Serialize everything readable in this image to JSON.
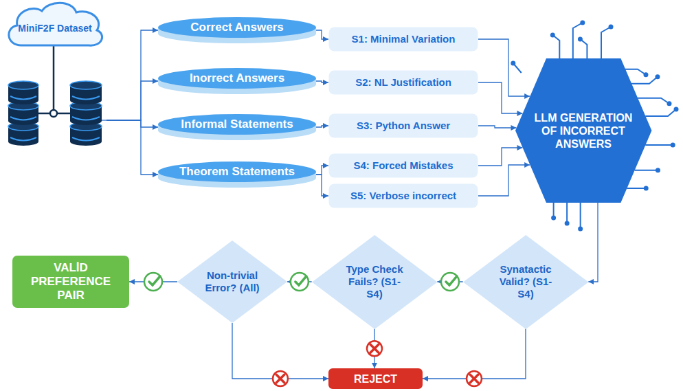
{
  "diagram": {
    "nodes": [
      {
        "text": [
          "MiniF2F Dataset"
        ]
      },
      {
        "text": [
          "Correct Answers"
        ]
      },
      {
        "text": [
          "Inorrect Answers"
        ]
      },
      {
        "text": [
          "Informal Statements"
        ]
      },
      {
        "text": [
          "Theorem Statements"
        ]
      },
      {
        "text": [
          "S1: Minimal Variation"
        ]
      },
      {
        "text": [
          "S2: NL Justification"
        ]
      },
      {
        "text": [
          "S3: Python Answer"
        ]
      },
      {
        "text": [
          "S4: Forced Mistakes"
        ]
      },
      {
        "text": [
          "S5: Verbose incorrect"
        ]
      },
      {
        "text": [
          "LLM GENERATION OF INCORRECT ANSWERS"
        ]
      },
      {
        "text": [
          "VALİD PREFERENCE PAIR"
        ]
      },
      {
        "text": [
          "Non-trivial Error? (All)"
        ]
      },
      {
        "text": [
          "Type Check Fails? (S1-S4)"
        ]
      },
      {
        "text": [
          "Synatactic Valid? (S1-S4)"
        ]
      },
      {
        "text": [
          "REJECT"
        ]
      }
    ],
    "edges": [
      {
        "from": 0,
        "to": 1,
        "arrow": "to"
      },
      {
        "from": 0,
        "to": 2,
        "arrow": "to"
      },
      {
        "from": 0,
        "to": 3,
        "arrow": "to"
      },
      {
        "from": 0,
        "to": 4,
        "arrow": "to"
      },
      {
        "from": 1,
        "to": 5,
        "arrow": "to"
      },
      {
        "from": 2,
        "to": 6,
        "arrow": "to"
      },
      {
        "from": 3,
        "to": 7,
        "arrow": "to"
      },
      {
        "from": 4,
        "to": 8,
        "arrow": "to"
      },
      {
        "from": 4,
        "to": 9,
        "arrow": "to"
      },
      {
        "from": 5,
        "to": 10,
        "arrow": "to"
      },
      {
        "from": 6,
        "to": 10,
        "arrow": "to"
      },
      {
        "from": 7,
        "to": 10,
        "arrow": "to"
      },
      {
        "from": 8,
        "to": 10,
        "arrow": "to"
      },
      {
        "from": 9,
        "to": 10,
        "arrow": "to"
      },
      {
        "from": 10,
        "to": 14,
        "arrow": "to"
      },
      {
        "from": 14,
        "to": 13,
        "arrow": "to"
      },
      {
        "from": 13,
        "to": 12,
        "arrow": "to"
      },
      {
        "from": 12,
        "to": 11,
        "arrow": "to"
      },
      {
        "from": 14,
        "to": 15,
        "arrow": "to"
      },
      {
        "from": 13,
        "to": 15,
        "arrow": "to"
      },
      {
        "from": 12,
        "to": 15,
        "arrow": "to"
      }
    ]
  }
}
